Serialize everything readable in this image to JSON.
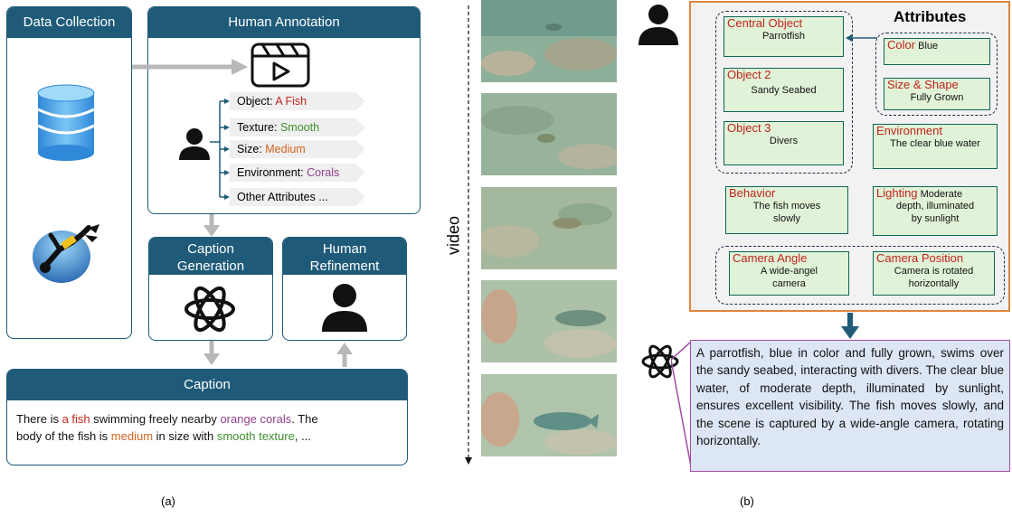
{
  "panel_a": {
    "data_collection": "Data Collection",
    "human_annotation": "Human Annotation",
    "attributes": [
      {
        "label": "Object: ",
        "value": "A Fish",
        "color": "#c0241c"
      },
      {
        "label": "Texture: ",
        "value": "Smooth",
        "color": "#3f8f2f"
      },
      {
        "label": "Size: ",
        "value": "Medium",
        "color": "#d2621f"
      },
      {
        "label": "Environment: ",
        "value": "Corals",
        "color": "#8e3f8c"
      },
      {
        "label": "Other Attributes ...",
        "value": "",
        "color": "#111111"
      }
    ],
    "caption_generation": [
      "Caption",
      "Generation"
    ],
    "human_refinement": [
      "Human",
      "Refinement"
    ],
    "caption_title": "Caption",
    "caption_line1": {
      "p1": "There is ",
      "h1": "a fish",
      "p2": " swimming freely nearby ",
      "h2": "orange corals",
      "p3": ". The"
    },
    "caption_line2": {
      "p1": "body of the fish is ",
      "h1": "medium",
      "p2": " in size with ",
      "h2": "smooth texture",
      "p3": ", ..."
    },
    "label": "(a)"
  },
  "panel_b": {
    "video_label": "video",
    "attributes_title": "Attributes",
    "boxes": {
      "central_object": {
        "title": "Central Object",
        "value": "Parrotfish"
      },
      "object2": {
        "title": "Object 2",
        "value": "Sandy Seabed"
      },
      "object3": {
        "title": "Object 3",
        "value": "Divers"
      },
      "color": {
        "title": "Color",
        "value": "Blue"
      },
      "size_shape": {
        "title": "Size & Shape",
        "value": "Fully Grown"
      },
      "environment": {
        "title": "Environment",
        "value": "The clear blue water"
      },
      "behavior": {
        "title": "Behavior",
        "value": [
          "The fish moves",
          "slowly"
        ]
      },
      "lighting": {
        "title": "Lighting",
        "value": [
          "Moderate",
          "depth, illuminated",
          "by sunlight"
        ]
      },
      "camera_angle": {
        "title": "Camera Angle",
        "value": [
          "A wide-angel",
          "camera"
        ]
      },
      "camera_position": {
        "title": "Camera Position",
        "value": [
          "Camera is rotated",
          "horizontally"
        ]
      }
    },
    "final_caption": "A parrotfish, blue in color and fully grown, swims over the sandy seabed, interacting with divers. The clear blue water, of moderate depth, illuminated by sunlight, ensures excellent visibility. The fish moves slowly, and the scene is captured by a wide-angle camera, rotating horizontally.",
    "label": "(b)"
  },
  "colors": {
    "panel_navy": "#1f5b79",
    "attr_orange": "#e0853d",
    "attr_bg": "#f2f2f2",
    "box_green": "#e0f2d7",
    "box_teal": "#0f6657",
    "title_red": "#c0241c",
    "caption_bg": "#dce6f5",
    "caption_border": "#a24ca4",
    "arrow_gray": "#b8b8b8",
    "arrow_blue": "#1f5b79"
  }
}
